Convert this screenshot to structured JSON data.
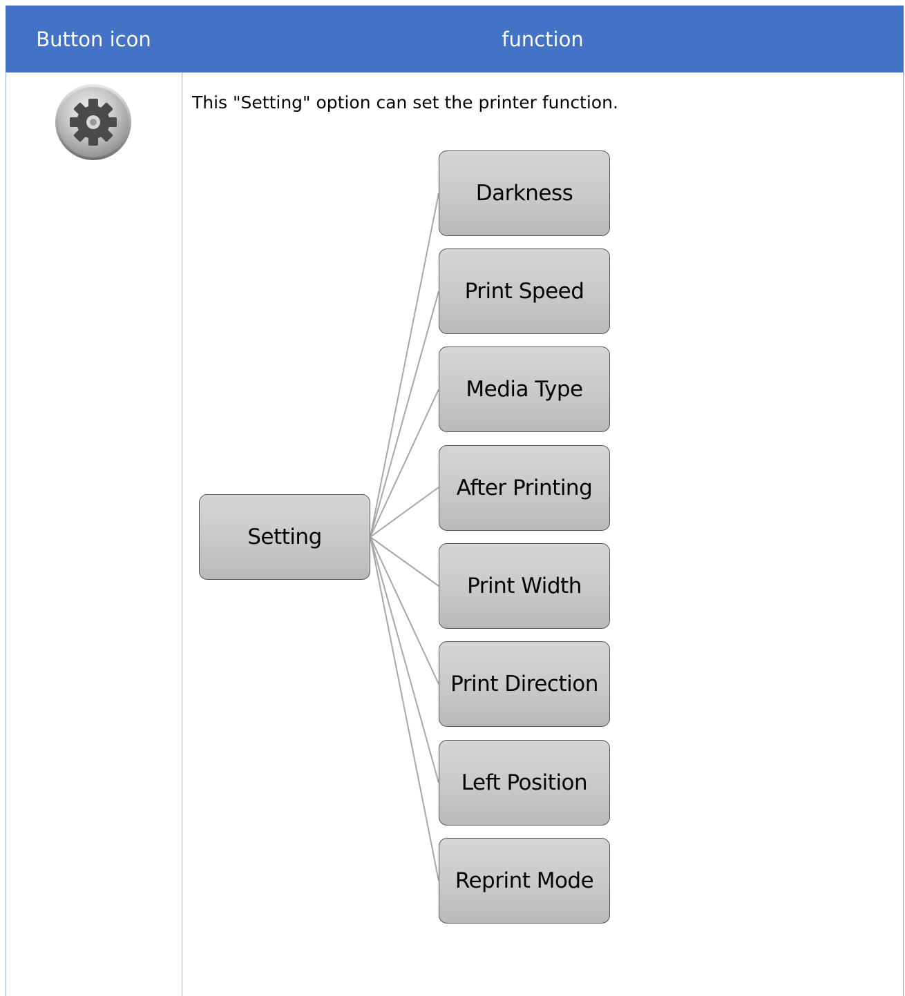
{
  "table": {
    "headers": [
      "Button icon",
      "function"
    ]
  },
  "row": {
    "icon": "gear-icon",
    "description": "This \"Setting\" option can set the printer function."
  },
  "diagram": {
    "root": "Setting",
    "children": [
      "Darkness",
      "Print Speed",
      "Media Type",
      "After Printing",
      "Print Width",
      "Print Direction",
      "Left Position",
      "Reprint Mode"
    ]
  },
  "colors": {
    "header_background": "#4472c4",
    "header_text": "#ffffff",
    "table_border": "#8eaadb",
    "node_fill": "#c9c9c9",
    "connector": "#a6a6a6"
  }
}
